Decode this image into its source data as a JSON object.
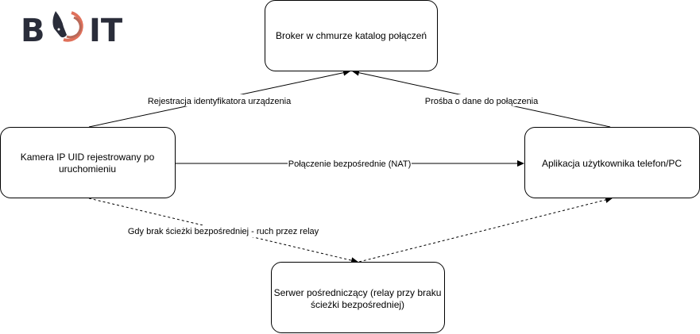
{
  "logo": {
    "left": "B",
    "right": "IT",
    "full": "BOIT"
  },
  "nodes": {
    "broker": "Broker w chmurze katalog połączeń",
    "camera_line1": "Kamera IP UID rejestrowany po",
    "camera_line2": "uruchomieniu",
    "app": "Aplikacja użytkownika telefon/PC",
    "relay_line1": "Serwer pośredniczący (relay przy braku",
    "relay_line2": "ścieżki bezpośredniej)"
  },
  "edges": {
    "register": "Rejestracja identyfikatora urządzenia",
    "request": "Prośba o dane do połączenia",
    "direct": "Połączenie bezpośrednie (NAT)",
    "relay": "Gdy brak ścieżki bezpośredniej - ruch przez relay"
  },
  "colors": {
    "logo_dark": "#2a2d3a",
    "logo_accent": "#e0705a"
  }
}
